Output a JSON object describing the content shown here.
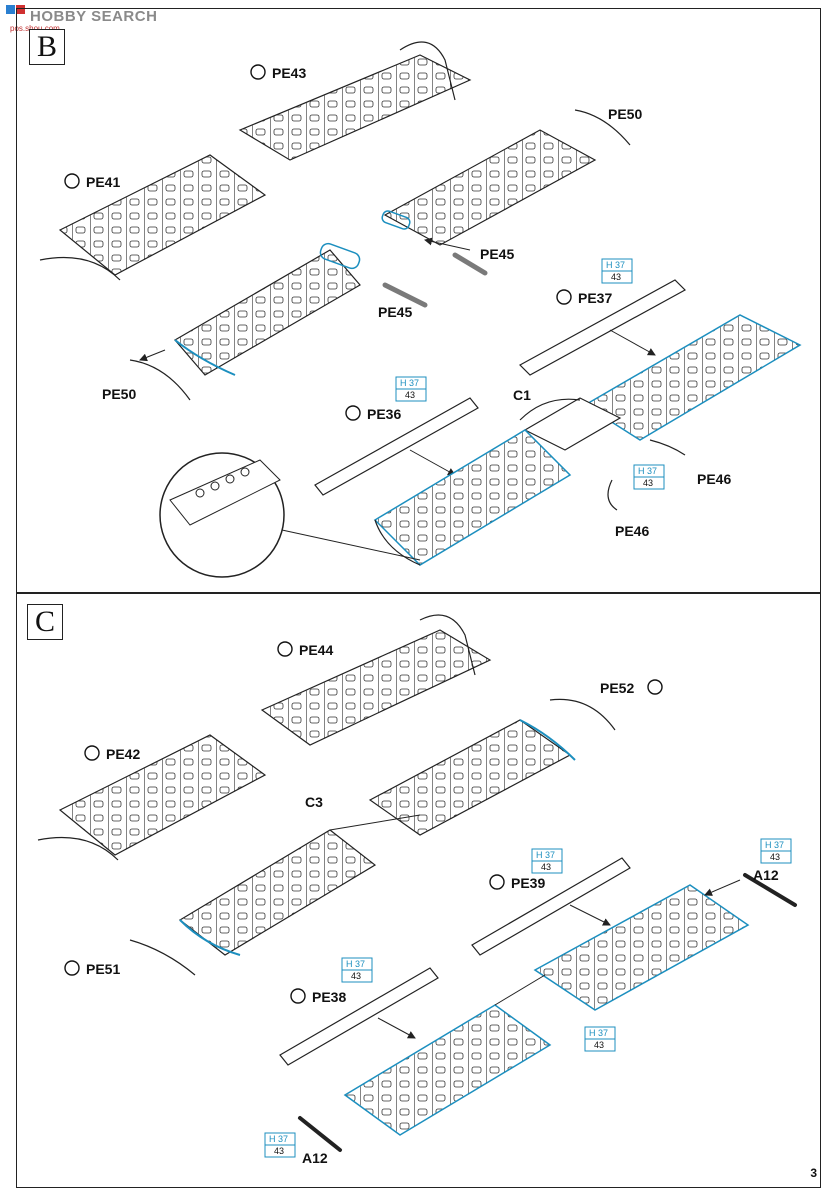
{
  "watermark": {
    "text": "HOBBY SEARCH",
    "sub": "pos.shou.com"
  },
  "page_number": "3",
  "steps": {
    "b": {
      "letter": "B"
    },
    "c": {
      "letter": "C"
    }
  },
  "labels": {
    "pe43": "PE43",
    "pe41": "PE41",
    "pe50_top": "PE50",
    "pe45_right": "PE45",
    "pe45_left": "PE45",
    "pe50_left": "PE50",
    "pe37": "PE37",
    "pe36": "PE36",
    "c1": "C1",
    "pe46_right": "PE46",
    "pe46_bottom": "PE46",
    "pe44": "PE44",
    "pe42": "PE42",
    "pe52": "PE52",
    "c3": "C3",
    "pe39": "PE39",
    "a12_right": "A12",
    "pe51": "PE51",
    "pe38": "PE38",
    "a12_bottom": "A12"
  },
  "color_refs": [
    {
      "code": "H 37",
      "num": "43"
    },
    {
      "code": "H 37",
      "num": "43"
    },
    {
      "code": "H 37",
      "num": "43"
    },
    {
      "code": "H 37",
      "num": "43"
    },
    {
      "code": "H 37",
      "num": "43"
    },
    {
      "code": "H 37",
      "num": "43"
    },
    {
      "code": "H 37",
      "num": "43"
    },
    {
      "code": "H 37",
      "num": "43"
    }
  ],
  "colors": {
    "accent": "#1c8fbf",
    "line": "#222222"
  }
}
